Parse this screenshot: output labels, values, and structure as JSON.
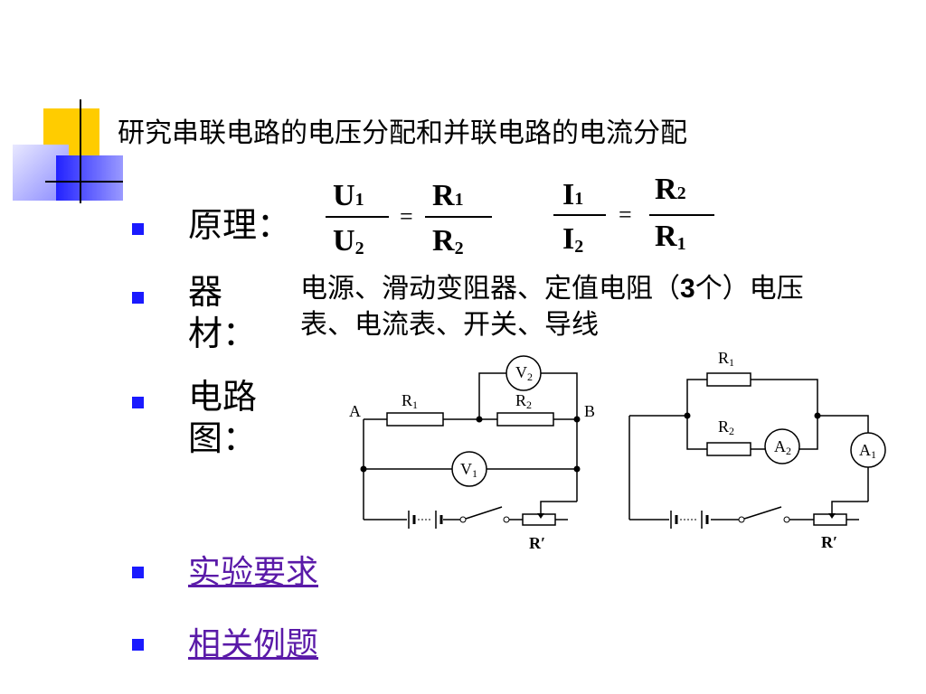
{
  "slide": {
    "title": "研究串联电路的电压分配和并联电路的电流分配",
    "principle_label": "原理：",
    "equipment_label": [
      "器",
      "材："
    ],
    "equipment_text": "电源、滑动变阻器、定值电阻（",
    "equipment_num": "3",
    "equipment_text2": "个）电压表、电流表、开关、导线",
    "circuit_label": [
      "电路",
      "图："
    ],
    "link1": "实验要求",
    "link2": "相关例题"
  },
  "formulas": {
    "f1_num": "U",
    "f1_num_sub": "1",
    "f1_den": "U",
    "f1_den_sub": "2",
    "f1_rnum": "R",
    "f1_rnum_sub": "1",
    "f1_rden": "R",
    "f1_rden_sub": "2",
    "f2_num": "I",
    "f2_num_sub": "1",
    "f2_den": "I",
    "f2_den_sub": "2",
    "f2_rnum": "R",
    "f2_rnum_sub": "2",
    "f2_rden": "R",
    "f2_rden_sub": "1",
    "equals": "="
  },
  "series_circuit": {
    "node_a": "A",
    "node_b": "B",
    "r1": "R",
    "r1_sub": "1",
    "r2": "R",
    "r2_sub": "2",
    "v2": "V",
    "v2_sub": "2",
    "v1": "V",
    "v1_sub": "1",
    "rheostat": "R′"
  },
  "parallel_circuit": {
    "r1": "R",
    "r1_sub": "1",
    "r2": "R",
    "r2_sub": "2",
    "a2": "A",
    "a2_sub": "2",
    "a1": "A",
    "a1_sub": "1",
    "rheostat": "R′"
  },
  "colors": {
    "bullet": "#1a1aff",
    "link": "#5a1aa8",
    "deco_yellow": "#ffcc00",
    "deco_blue": "#3333ff"
  }
}
